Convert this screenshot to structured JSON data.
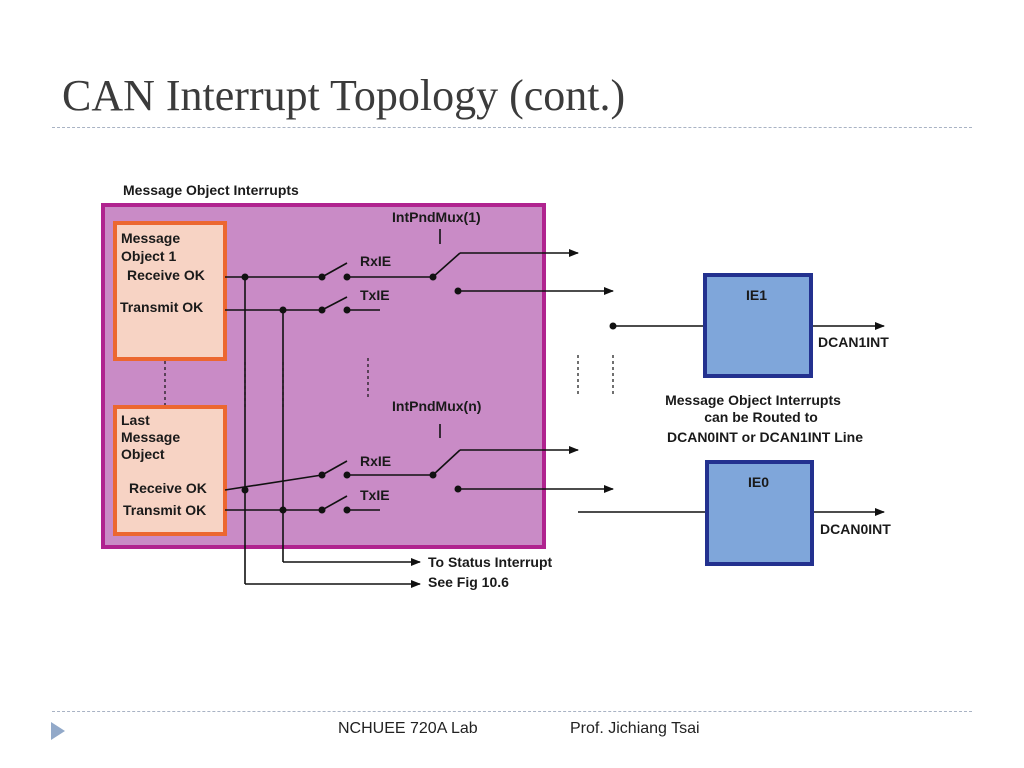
{
  "slide": {
    "title": "CAN Interrupt Topology (cont.)"
  },
  "diagram": {
    "group_label": "Message Object Interrupts",
    "object1": {
      "label_line1": "Message",
      "label_line2": "Object 1",
      "receive": "Receive OK",
      "transmit": "Transmit OK"
    },
    "object_last": {
      "label_line1": "Last",
      "label_line2": "Message",
      "label_line3": "Object",
      "receive": "Receive OK",
      "transmit": "Transmit OK"
    },
    "mux1": "IntPndMux(1)",
    "muxn": "IntPndMux(n)",
    "rxie": "RxIE",
    "txie": "TxIE",
    "ie1": "IE1",
    "ie0": "IE0",
    "dcan1": "DCAN1INT",
    "dcan0": "DCAN0INT",
    "routing_note_line1": "Message Object Interrupts",
    "routing_note_line2": "can be Routed to",
    "routing_note_line3": "DCAN0INT or DCAN1INT Line",
    "status_line1": "To Status Interrupt",
    "status_line2": "See Fig 10.6"
  },
  "footer": {
    "lab": "NCHUEE 720A Lab",
    "prof": "Prof. Jichiang Tsai"
  },
  "colors": {
    "outer_fill": "#c98bc6",
    "outer_border": "#b0238f",
    "object_fill": "#f7d3c4",
    "object_border": "#ec6730",
    "ie_fill": "#7fa6da",
    "ie_border": "#23318f",
    "title": "#3b3b3b",
    "bullet": "#92a9c9"
  }
}
